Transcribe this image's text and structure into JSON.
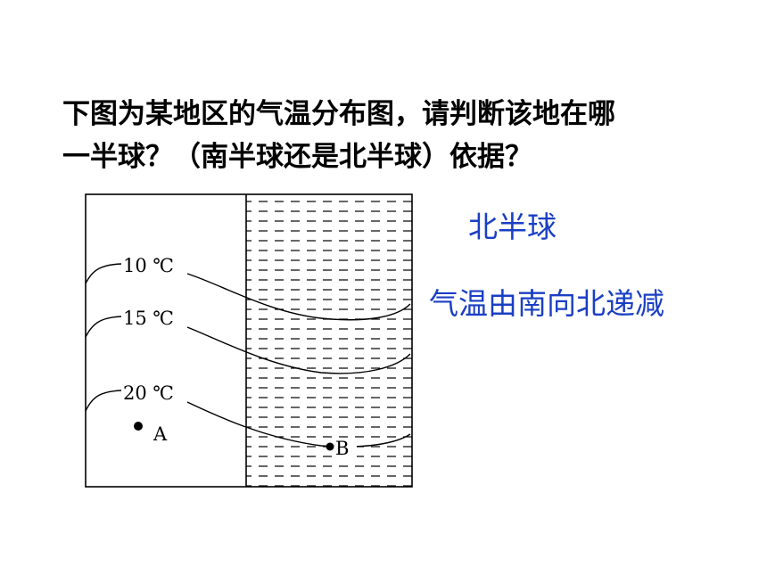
{
  "question": {
    "line1": "下图为某地区的气温分布图，请判断该地在哪",
    "line2": "一半球？（南半球还是北半球）依据？"
  },
  "answers": {
    "hemisphere": "北半球",
    "reason": "气温由南向北递减"
  },
  "diagram": {
    "isotherms": [
      {
        "label": "10 ℃"
      },
      {
        "label": "15 ℃"
      },
      {
        "label": "20 ℃"
      }
    ],
    "points": [
      {
        "label": "A"
      },
      {
        "label": "B"
      }
    ]
  },
  "colors": {
    "answer_text": "#1a3fc4",
    "question_text": "#000000"
  }
}
